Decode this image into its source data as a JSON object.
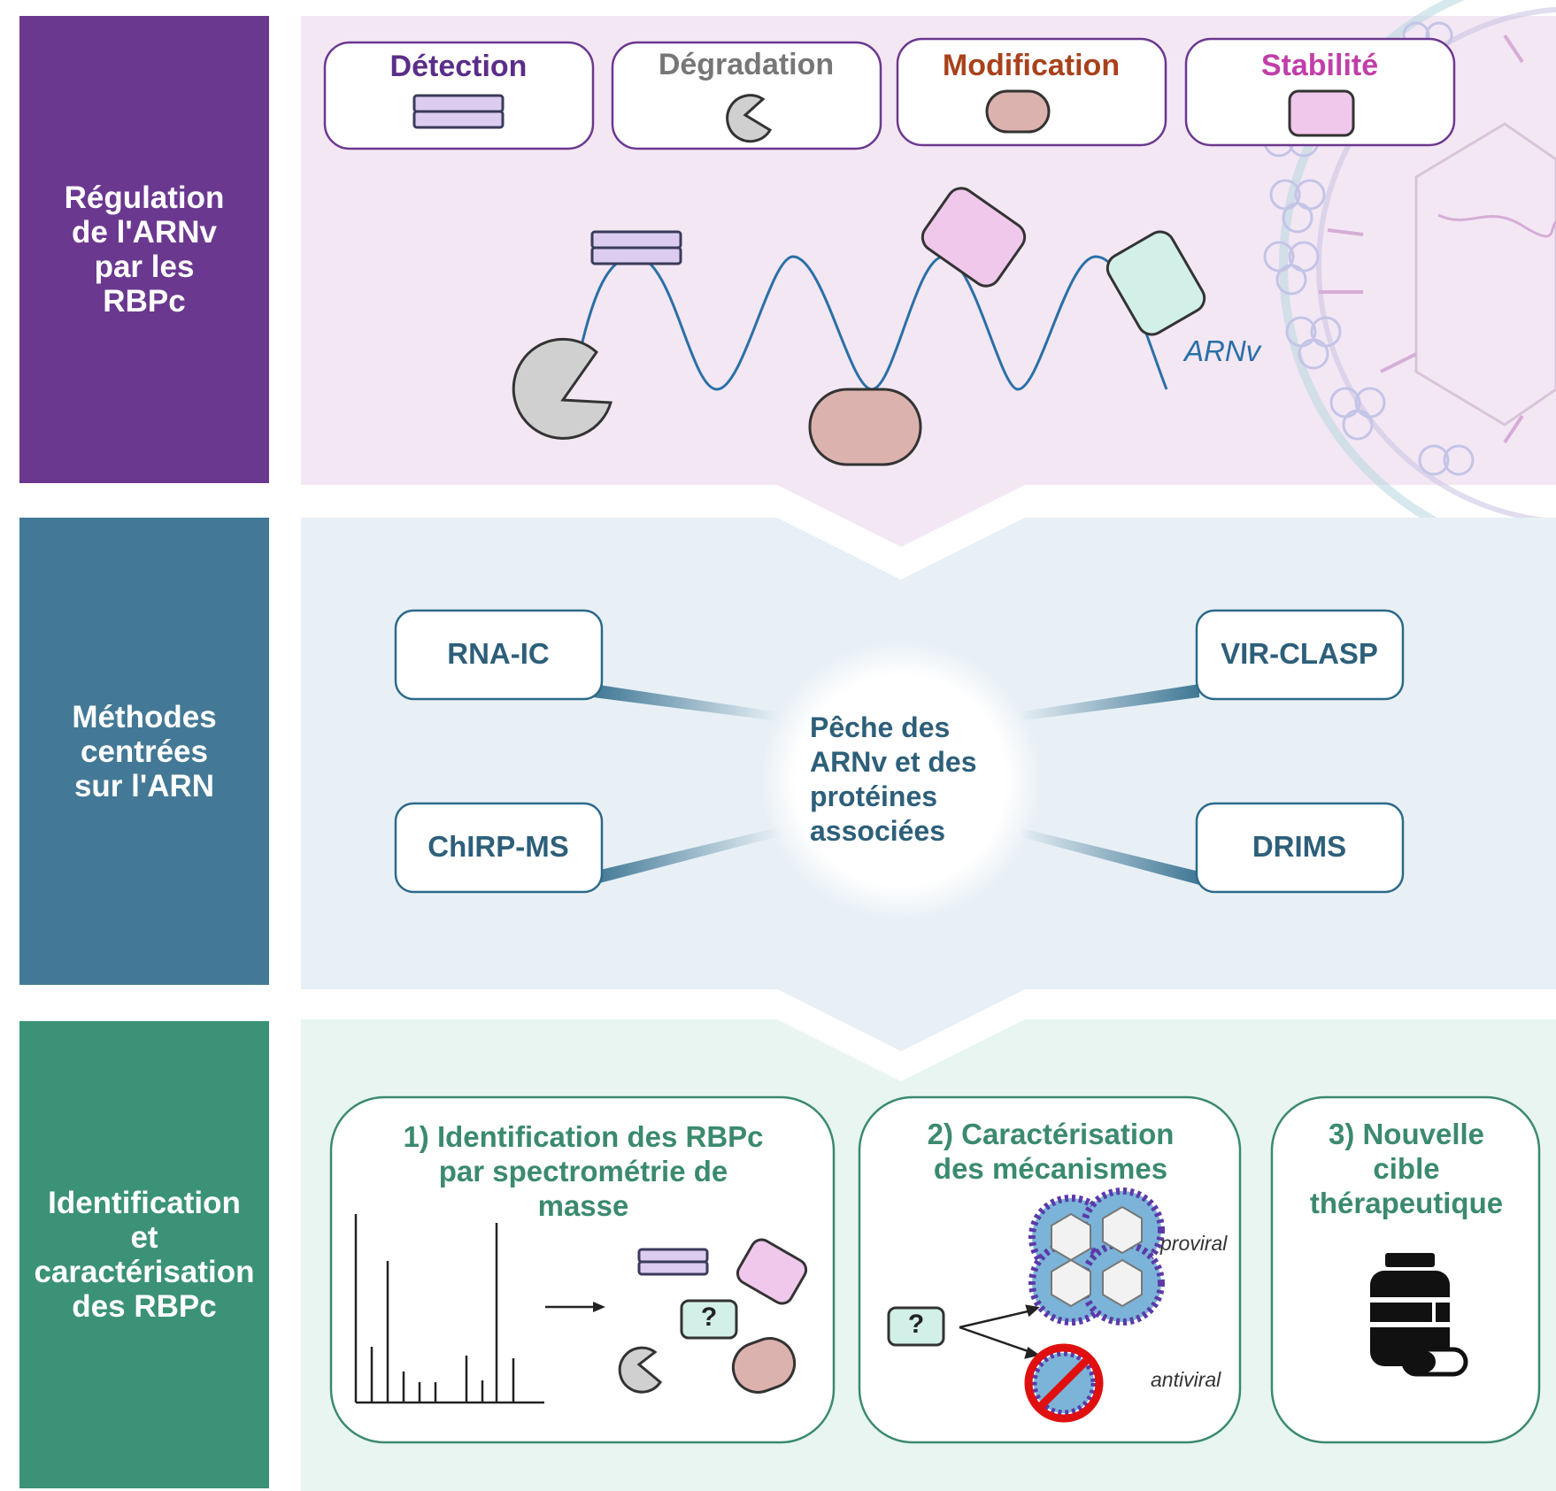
{
  "sections": [
    {
      "label_lines": [
        "Régulation",
        "de l'ARNv",
        "par les",
        "RBPc"
      ],
      "color": "#6b3890",
      "panel_color": "#f3e7f4"
    },
    {
      "label_lines": [
        "Méthodes",
        "centrées",
        "sur l'ARN"
      ],
      "color": "#437996",
      "panel_color": "#e8f0f6"
    },
    {
      "label_lines": [
        "Identification",
        "et",
        "caractérisation",
        "des RBPc"
      ],
      "color": "#3b9276",
      "panel_color": "#e8f5f1"
    }
  ],
  "regulation": {
    "mechanisms": [
      {
        "label": "Détection",
        "color": "#5b2d8a"
      },
      {
        "label": "Dégradation",
        "color": "#777777"
      },
      {
        "label": "Modification",
        "color": "#a8421c"
      },
      {
        "label": "Stabilité",
        "color": "#c03fa8"
      }
    ],
    "rna_label": "ARNv"
  },
  "methods": {
    "hub_lines": [
      "Pêche des",
      "ARNv et des",
      "protéines",
      "associées"
    ],
    "items": [
      "RNA-IC",
      "VIR-CLASP",
      "ChIRP-MS",
      "DRIMS"
    ]
  },
  "identification": {
    "steps": [
      {
        "title_lines": [
          "1) Identification des RBPc",
          "par spectrométrie de",
          "masse"
        ]
      },
      {
        "title_lines": [
          "2) Caractérisation",
          "des mécanismes"
        ]
      },
      {
        "title_lines": [
          "3) Nouvelle",
          "cible",
          "thérapeutique"
        ]
      }
    ],
    "question_mark": "?",
    "proviral_label": "proviral",
    "antiviral_label": "antiviral"
  }
}
